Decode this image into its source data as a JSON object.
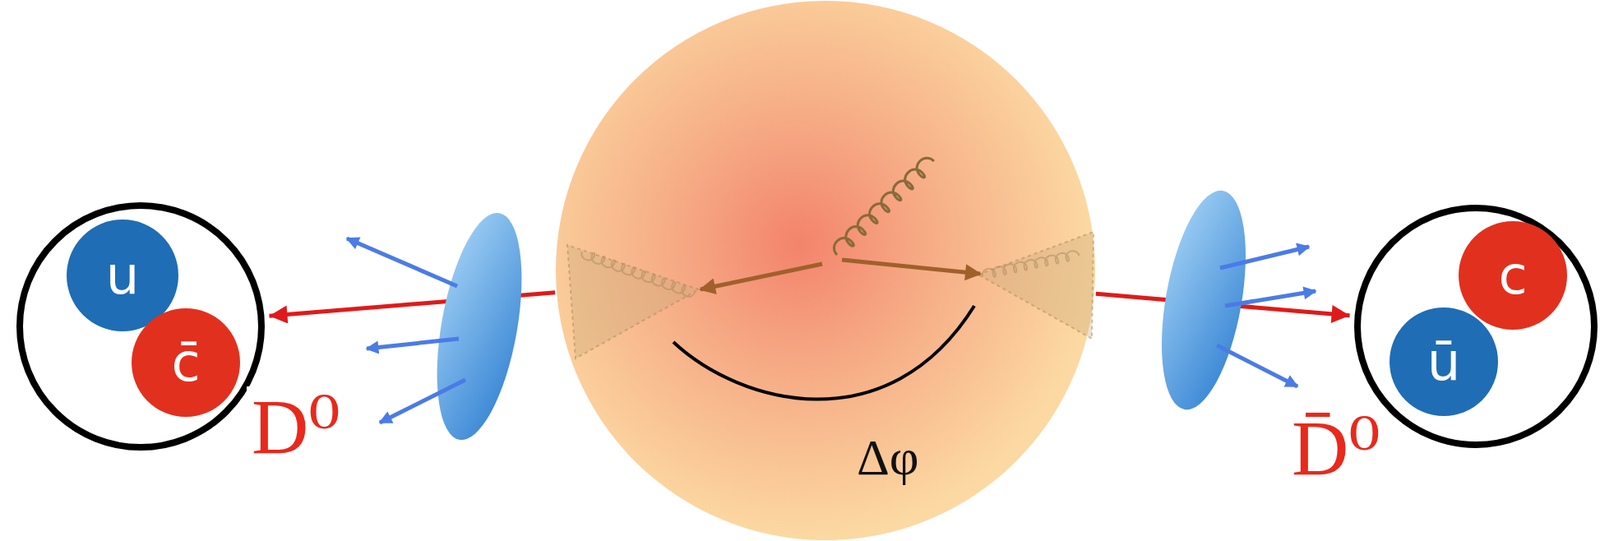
{
  "diagram": {
    "nodes": [
      {
        "text": [
          "D⁰"
        ]
      },
      {
        "text": [
          "u"
        ],
        "in": 0
      },
      {
        "text": [
          "c̄"
        ],
        "in": 0
      },
      {
        "text": [
          "Δφ"
        ]
      },
      {
        "text": [
          "D̄⁰"
        ]
      },
      {
        "text": [
          "c"
        ],
        "in": 4
      },
      {
        "text": [
          "ū"
        ],
        "in": 4
      }
    ],
    "edges": [
      {
        "from": 3,
        "to": 0,
        "arrow": "to"
      },
      {
        "from": 3,
        "to": 4,
        "arrow": "to"
      }
    ]
  }
}
